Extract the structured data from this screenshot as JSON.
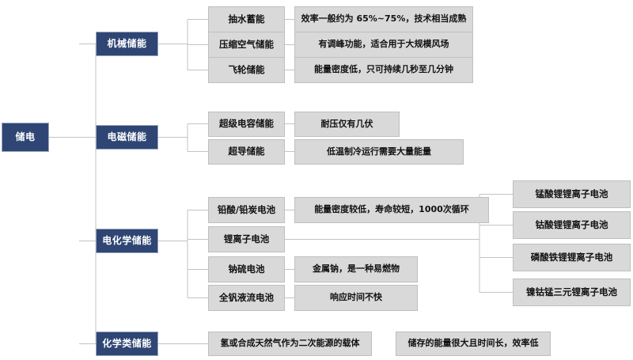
{
  "diagram": {
    "title": "储电",
    "root": {
      "label": "储电"
    },
    "branches": [
      {
        "id": "mechanical",
        "label": "机械储能",
        "children": [
          {
            "label": "抽水蓄能",
            "desc": "效率一般约为 65%~75%，技术相当成熟"
          },
          {
            "label": "压缩空气储能",
            "desc": "有调峰功能，适合用于大规模风场"
          },
          {
            "label": "飞轮储能",
            "desc": "能量密度低，只可持续几秒至几分钟"
          }
        ]
      },
      {
        "id": "electromagnetic",
        "label": "电磁储能",
        "children": [
          {
            "label": "超级电容储能",
            "desc": "耐压仅有几伏"
          },
          {
            "label": "超导储能",
            "desc": "低温制冷运行需要大量能量"
          }
        ]
      },
      {
        "id": "electrochemical",
        "label": "电化学储能",
        "children": [
          {
            "label": "铅酸/铅炭电池",
            "desc": "能量密度较低，寿命较短，1000次循环"
          },
          {
            "label": "锂离子电池",
            "desc": ""
          },
          {
            "label": "钠硫电池",
            "desc": "金属钠，是一种易燃物"
          },
          {
            "label": "全钒液流电池",
            "desc": "响应时间不快"
          }
        ],
        "grandchildren": [
          {
            "label": "锰酸锂锂离子电池"
          },
          {
            "label": "钴酸锂锂离子电池"
          },
          {
            "label": "磷酸铁锂锂离子电池"
          },
          {
            "label": "镍钴锰三元锂离子电池"
          }
        ]
      },
      {
        "id": "chemical",
        "label": "化学类储能",
        "children": [
          {
            "label": "氢或合成天然气作为二次能源的载体",
            "desc": "储存的能量很大且时间长，效率低"
          }
        ]
      }
    ],
    "colors": {
      "node_fill": "#2f4674",
      "node_text": "#ffffff",
      "leaf_fill": "#d9d9d9",
      "leaf_border": "#bfbfbf",
      "connector": "#c3c3c3",
      "background": "#ffffff"
    }
  }
}
